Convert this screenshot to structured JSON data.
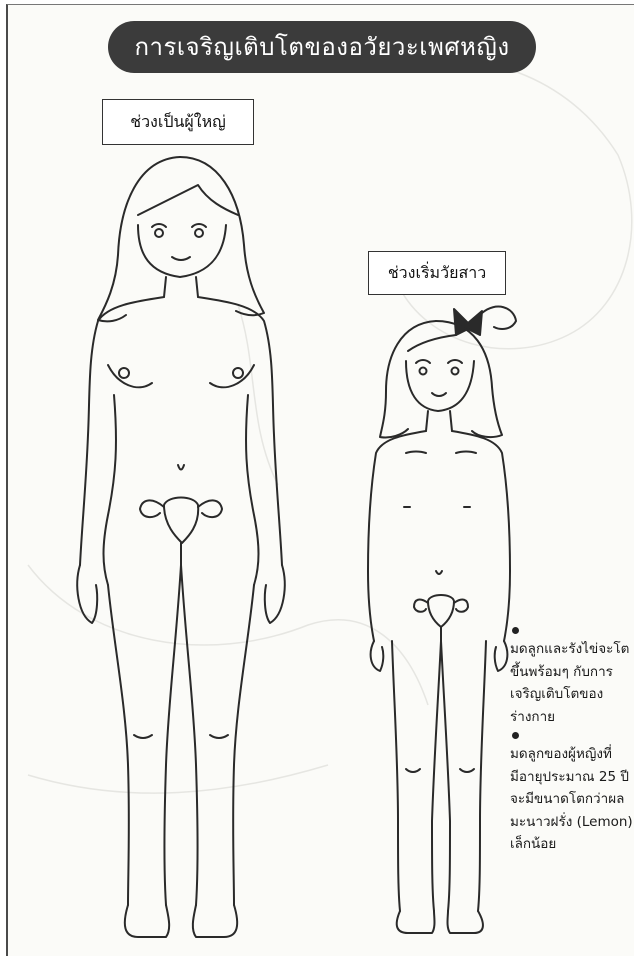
{
  "title": "การเจริญเติบโตของอวัยวะเพศหญิง",
  "labels": {
    "adult": "ช่วงเป็นผู้ใหญ่",
    "teen": "ช่วงเริ่มวัยสาว"
  },
  "notes": [
    "มดลูกและรังไข่จะโตขึ้นพร้อมๆ กับการเจริญเติบโตของร่างกาย",
    "มดลูกของผู้หญิงที่มีอายุประมาณ 25 ปี จะมีขนาดโตกว่าผลมะนาวฝรั่ง (Lemon) เล็กน้อย"
  ],
  "colors": {
    "title_bg": "#3b3b3b",
    "title_text": "#ffffff",
    "line": "#2a2a2a",
    "paper": "#fbfbf8"
  }
}
